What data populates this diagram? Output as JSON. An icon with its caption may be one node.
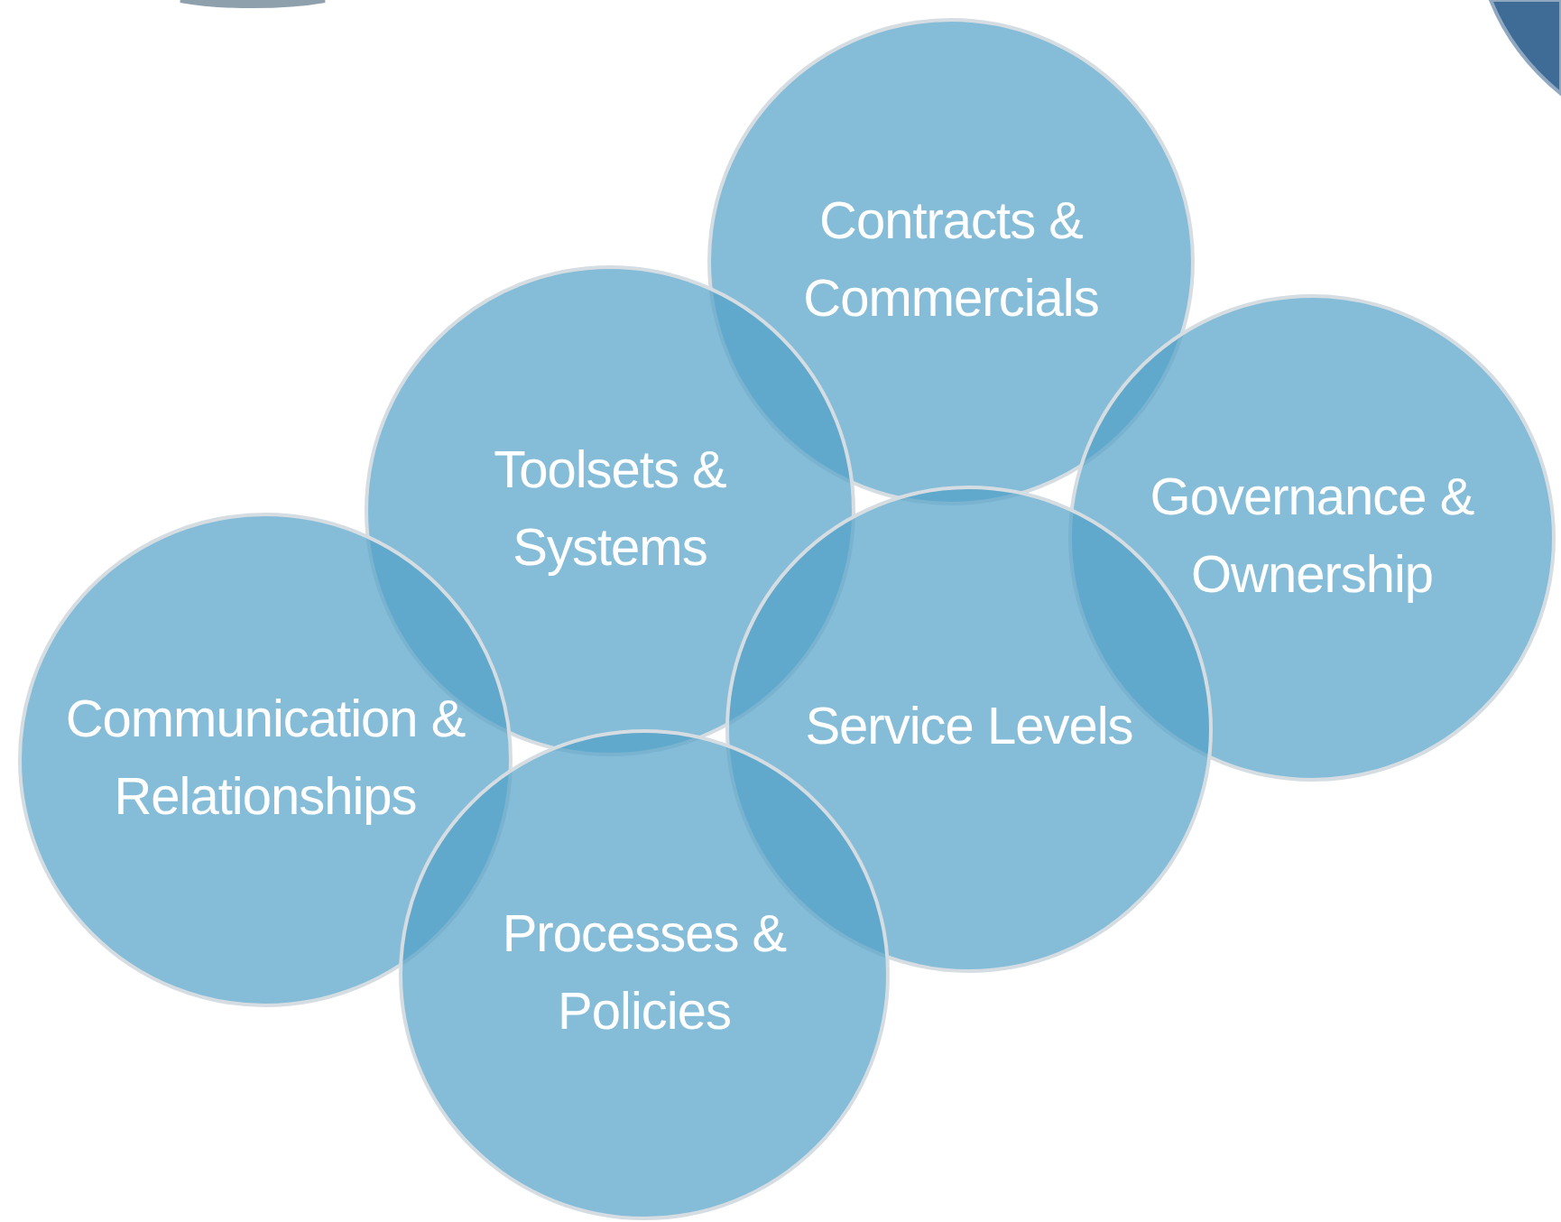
{
  "diagram": {
    "nodes": [
      {
        "text": [
          "Contracts & Commercials"
        ]
      },
      {
        "text": [
          "Toolsets & Systems"
        ]
      },
      {
        "text": [
          "Governance & Ownership"
        ]
      },
      {
        "text": [
          "Communication & Relationships"
        ]
      },
      {
        "text": [
          "Service Levels"
        ]
      },
      {
        "text": [
          "Processes & Policies"
        ]
      }
    ]
  }
}
